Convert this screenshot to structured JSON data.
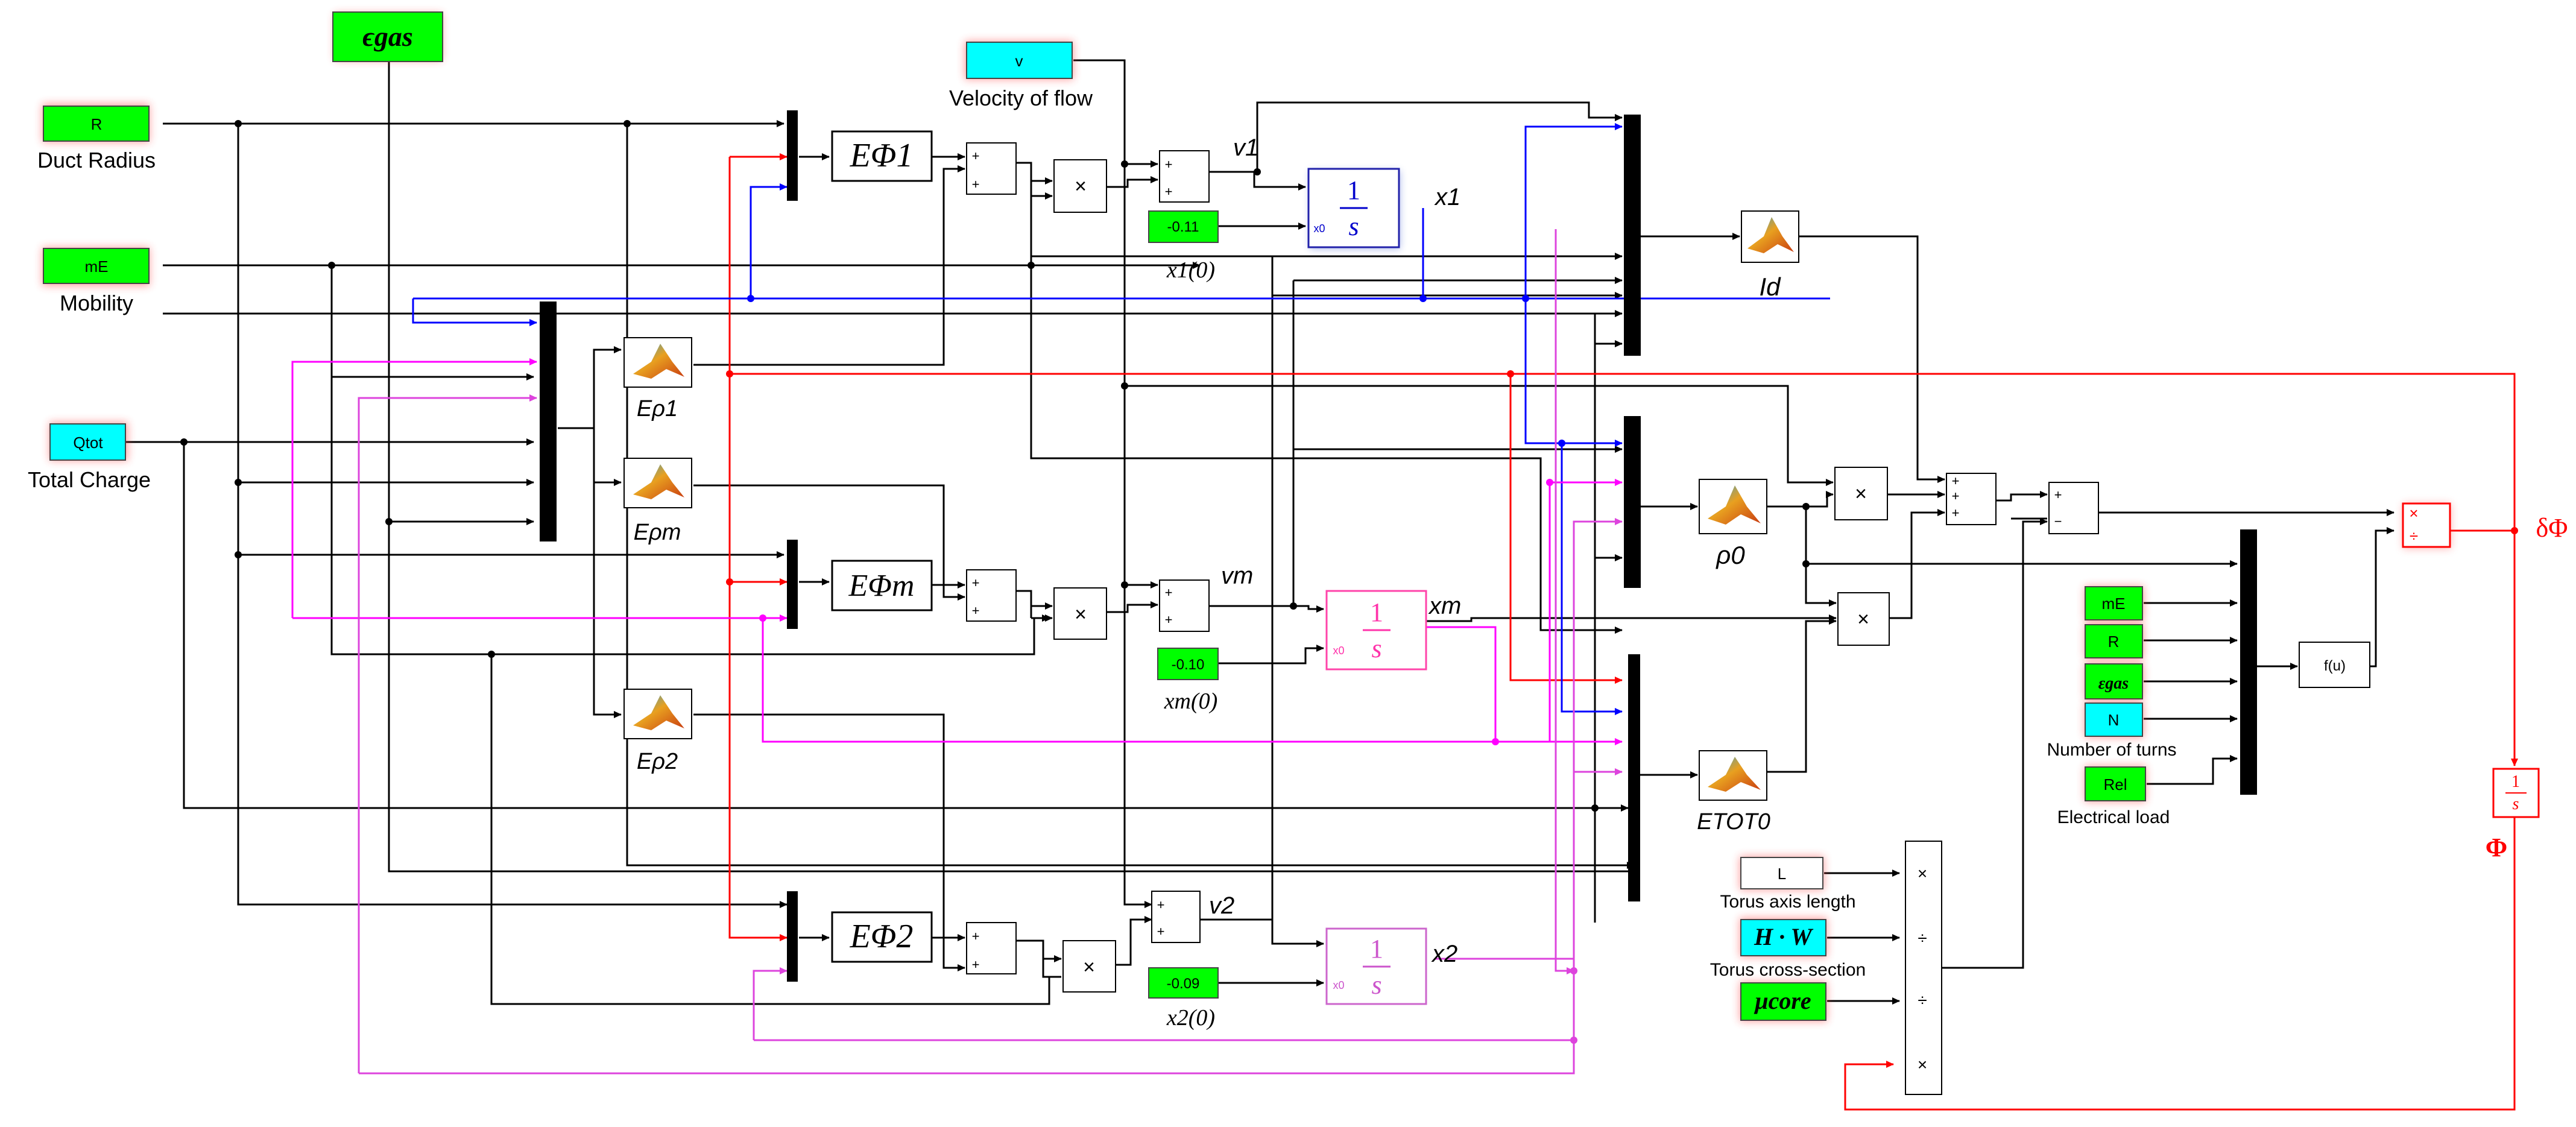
{
  "colors": {
    "green": "#00ff00",
    "cyan": "#00ffff",
    "red": "#ff0000",
    "blue": "#0000ff",
    "magenta": "#ff00ff",
    "violet": "#dd44dd",
    "black": "#000000"
  },
  "constants": {
    "eps_gas_main": "ϵgas",
    "velocity_in": "v",
    "velocity_caption": "Velocity of flow",
    "radius_in": "R",
    "radius_caption": "Duct Radius",
    "mobility_in": "mE",
    "mobility_caption": "Mobility",
    "charge_in": "Qtot",
    "charge_caption": "Total Charge",
    "x1_init": "-0.11",
    "xm_init": "-0.10",
    "x2_init": "-0.09",
    "x1_init_label": "x1(0)",
    "xm_init_label": "xm(0)",
    "x2_init_label": "x2(0)",
    "mE_2": "mE",
    "R_2": "R",
    "eps_gas_2": "εgas",
    "N": "N",
    "N_caption": "Number of turns",
    "Rel": "Rel",
    "Rel_caption": "Electrical load",
    "L": "L",
    "L_caption": "Torus axis length",
    "HW": "H · W",
    "HW_caption": "Torus cross-section",
    "mu_core": "μcore"
  },
  "blocks": {
    "ephi1": "EΦ1",
    "ephim": "EΦm",
    "ephi2": "EΦ2",
    "erho1": "Eρ1",
    "erhom": "Eρm",
    "erho2": "Eρ2",
    "id": "Id",
    "rho0": "ρ0",
    "etot0": "ETOT0",
    "fu": "f(u)",
    "one": "1",
    "s": "s",
    "mult": "×",
    "div": "÷",
    "plus": "+",
    "minus": "−"
  },
  "signals": {
    "v1": "v1",
    "vm": "vm",
    "v2": "v2",
    "x1": "x1",
    "xm": "xm",
    "x2": "x2",
    "dphi": "δΦ",
    "phi": "Φ"
  },
  "integrator_marks": {
    "x0": "x0"
  }
}
